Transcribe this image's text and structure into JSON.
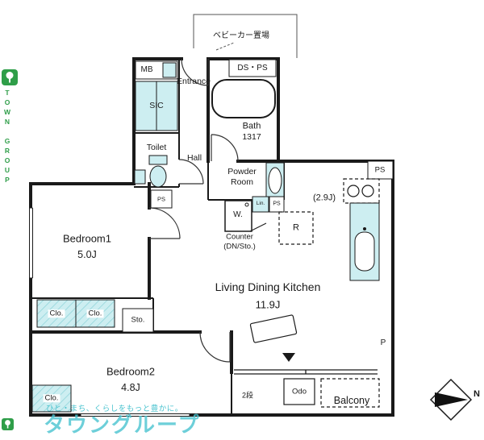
{
  "colors": {
    "wall": "#1a1a1a",
    "fixture_fill": "#cdeef1",
    "fixture_hatch": "#8fd4da",
    "watermark_cyan": "#49c3cf",
    "logo_green": "#2f9e49"
  },
  "labels": {
    "stroller_area": "ベビーカー置場",
    "mb": "MB",
    "entrance": "Entrance",
    "ds_ps": "DS・PS",
    "sic": "SIC",
    "bath_name": "Bath",
    "bath_size": "1317",
    "toilet": "Toilet",
    "hall": "Hall",
    "powder_line1": "Powder",
    "powder_line2": "Room",
    "ps_kitchen": "PS",
    "kitchen_size": "(2.9J)",
    "washer": "W.",
    "linen": "Lin.",
    "ps_mid": "PS",
    "fridge": "R",
    "counter_line1": "Counter",
    "counter_line2": "(DN/Sto.)",
    "bedroom1_name": "Bedroom1",
    "bedroom1_size": "5.0J",
    "ps_bedroom1": "PS",
    "ldk_name": "Living Dining Kitchen",
    "ldk_size": "11.9J",
    "closet1": "Clo.",
    "closet2": "Clo.",
    "storage": "Sto.",
    "bedroom2_name": "Bedroom2",
    "bedroom2_size": "4.8J",
    "closet3": "Clo.",
    "tier2": "2段",
    "water_heater": "Odo",
    "balcony": "Balcony",
    "pipe_right": "P",
    "compass_north": "N"
  },
  "watermark": {
    "tagline": "ひと・まち、くらしをもっと豊かに。",
    "brand": "タウングループ",
    "logo_text": "TOWN GROUP"
  }
}
